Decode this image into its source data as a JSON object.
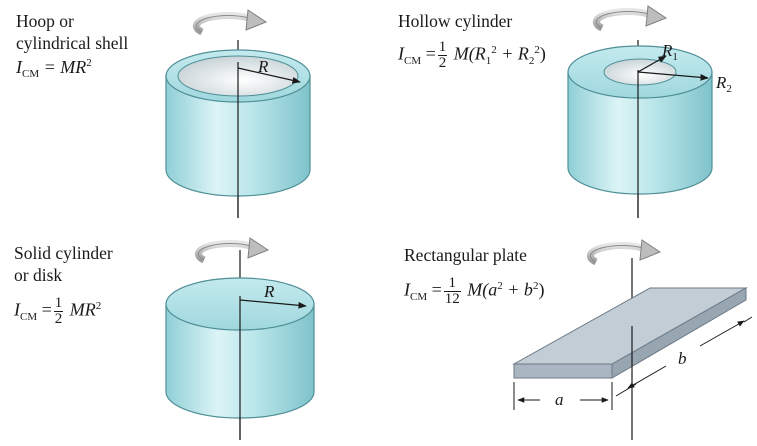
{
  "panels": {
    "hoop": {
      "name_line1": "Hoop or",
      "name_line2": "cylindrical shell",
      "eq_lhs": "I",
      "eq_lhs_sub": "CM",
      "eq_rhs": "= MR",
      "eq_rhs_sup": "2",
      "radius_label": "R"
    },
    "hollow": {
      "name": "Hollow cylinder",
      "eq_lhs": "I",
      "eq_lhs_sub": "CM",
      "eq_eq": "=",
      "eq_frac_num": "1",
      "eq_frac_den": "2",
      "eq_m": "M(R",
      "eq_sub1": "1",
      "eq_sup1": "2",
      "eq_plus": " + R",
      "eq_sub2": "2",
      "eq_sup2": "2",
      "eq_close": ")",
      "r1_label": "R",
      "r1_sub": "1",
      "r2_label": "R",
      "r2_sub": "2"
    },
    "solid": {
      "name_line1": "Solid cylinder",
      "name_line2": "or disk",
      "eq_lhs": "I",
      "eq_lhs_sub": "CM",
      "eq_eq": "=",
      "eq_frac_num": "1",
      "eq_frac_den": "2",
      "eq_rhs": " MR",
      "eq_rhs_sup": "2",
      "radius_label": "R"
    },
    "plate": {
      "name": "Rectangular plate",
      "eq_lhs": "I",
      "eq_lhs_sub": "CM",
      "eq_eq": "=",
      "eq_frac_num": "1",
      "eq_frac_den": "12",
      "eq_m": "M(a",
      "eq_sup1": "2",
      "eq_plus": " + b",
      "eq_sup2": "2",
      "eq_close": ")",
      "a_label": "a",
      "b_label": "b"
    }
  },
  "colors": {
    "cylinder_side": "#b9e6ea",
    "cylinder_top": "#a9dfe4",
    "cylinder_edge": "#4f8f96",
    "hole_fill": "#e9eef0",
    "plate_top": "#c2cdd6",
    "plate_front": "#aab6c1",
    "arrow_gray": "#b8b8b8",
    "ink": "#1a1a1a"
  },
  "icons": [
    "rotation-arrow-icon"
  ]
}
